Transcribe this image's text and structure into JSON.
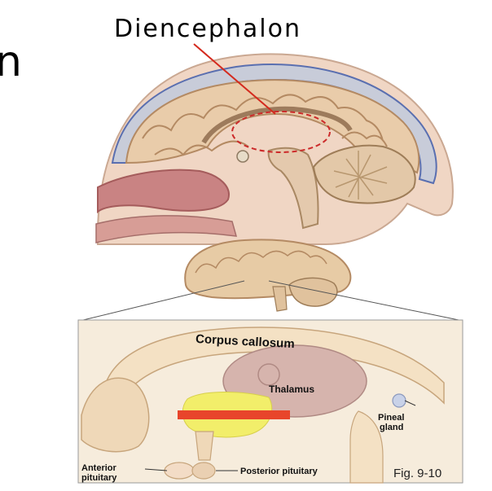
{
  "title": "Diencephalon",
  "edge_glyph": "n",
  "labels": {
    "corpus_callosum": "Corpus callosum",
    "thalamus": "Thalamus",
    "pineal_gland_line1": "Pineal",
    "pineal_gland_line2": "gland",
    "anterior_pituitary_line1": "Anterior",
    "anterior_pituitary_line2": "pituitary",
    "posterior_pituitary": "Posterior pituitary",
    "figure_number": "Fig. 9-10"
  },
  "colors": {
    "highlight_bar": "#e8452b",
    "hypothalamus_yellow": "#f2ee6a",
    "pointer_line": "#d42a1e",
    "dashed_outline": "#cc2a2a",
    "brain_tan": "#e9ccaa",
    "thalamus_pink": "#d6b4ad"
  }
}
